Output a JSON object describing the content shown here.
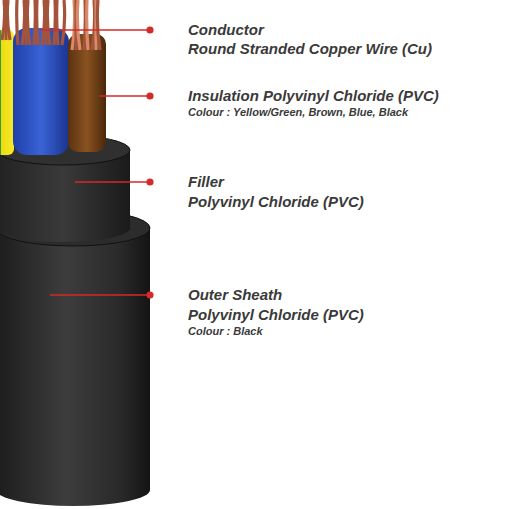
{
  "diagram": {
    "labels": [
      "Conductor",
      "Round Stranded Copper Wire (Cu)",
      "Insulation Polyvinyl Chloride (PVC)",
      "Colour : Yellow/Green, Brown, Blue, Black",
      "Filler",
      "Polyvinyl Chloride (PVC)",
      "Outer Sheath",
      "Polyvinyl Chloride (PVC)",
      "Colour : Black"
    ]
  }
}
